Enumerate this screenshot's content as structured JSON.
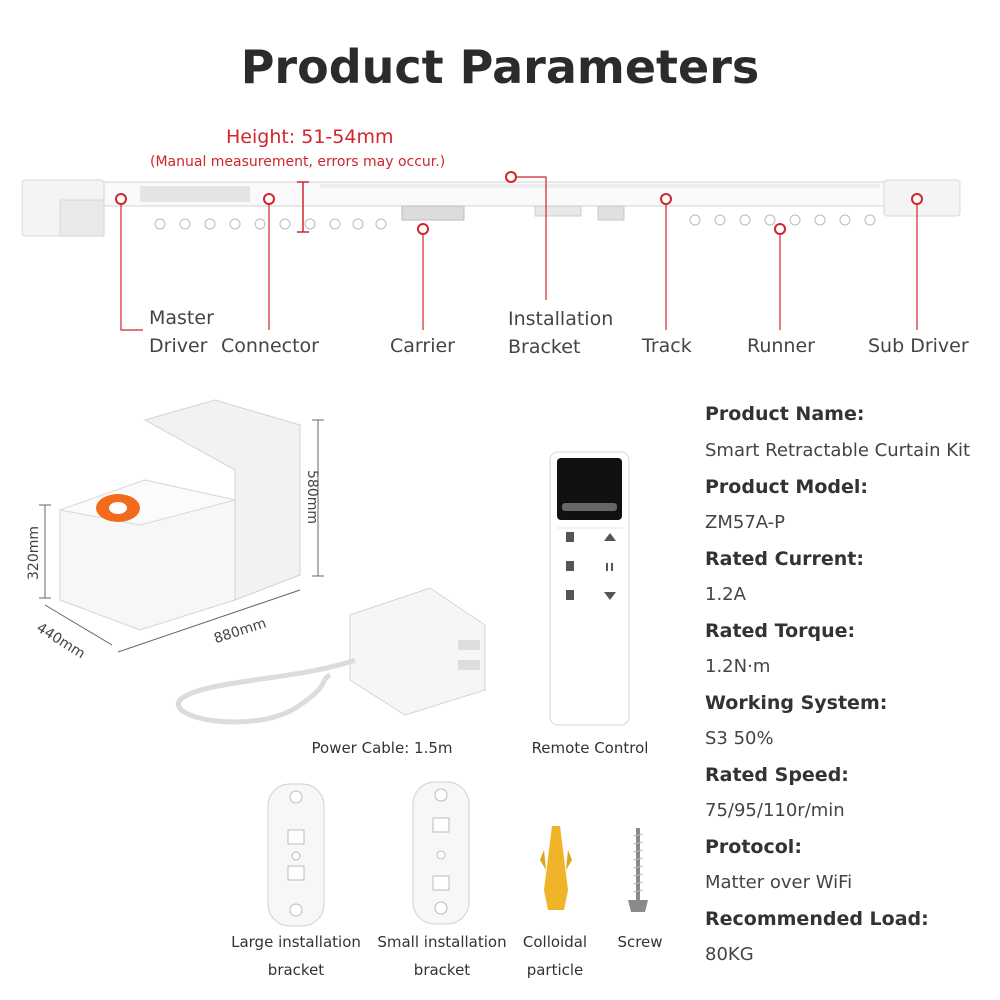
{
  "title": "Product Parameters",
  "dimension_note": {
    "height": "Height: 51-54mm",
    "disclaimer": "(Manual measurement, errors may occur.)"
  },
  "parts": [
    {
      "line1": "Master",
      "line2": "Driver"
    },
    {
      "line1": "Connector",
      "line2": ""
    },
    {
      "line1": "Carrier",
      "line2": ""
    },
    {
      "line1": "Installation",
      "line2": "Bracket"
    },
    {
      "line1": "Track",
      "line2": ""
    },
    {
      "line1": "Runner",
      "line2": ""
    },
    {
      "line1": "Sub Driver",
      "line2": ""
    }
  ],
  "motor_dimensions": {
    "height": "580mm",
    "side": "320mm",
    "depth": "440mm",
    "width": "880mm"
  },
  "accessories": {
    "power_cable": "Power Cable: 1.5m",
    "remote": "Remote Control",
    "large_bracket": {
      "line1": "Large installation",
      "line2": "bracket"
    },
    "small_bracket": {
      "line1": "Small installation",
      "line2": "bracket"
    },
    "colloidal": {
      "line1": "Colloidal",
      "line2": "particle"
    },
    "screw": "Screw"
  },
  "specs": [
    {
      "label": "Product Name:",
      "value": "Smart Retractable Curtain Kit"
    },
    {
      "label": "Product Model:",
      "value": "ZM57A-P"
    },
    {
      "label": "Rated Current:",
      "value": "1.2A"
    },
    {
      "label": "Rated Torque:",
      "value": "1.2N·m"
    },
    {
      "label": "Working System:",
      "value": "S3 50%"
    },
    {
      "label": "Rated Speed:",
      "value": "75/95/110r/min"
    },
    {
      "label": "Protocol:",
      "value": "Matter over WiFi"
    },
    {
      "label": "Recommended Load:",
      "value": "80KG"
    }
  ],
  "colors": {
    "accent": "#d0252b",
    "motor_orange": "#f26b1d",
    "plug_yellow": "#f0b429"
  }
}
